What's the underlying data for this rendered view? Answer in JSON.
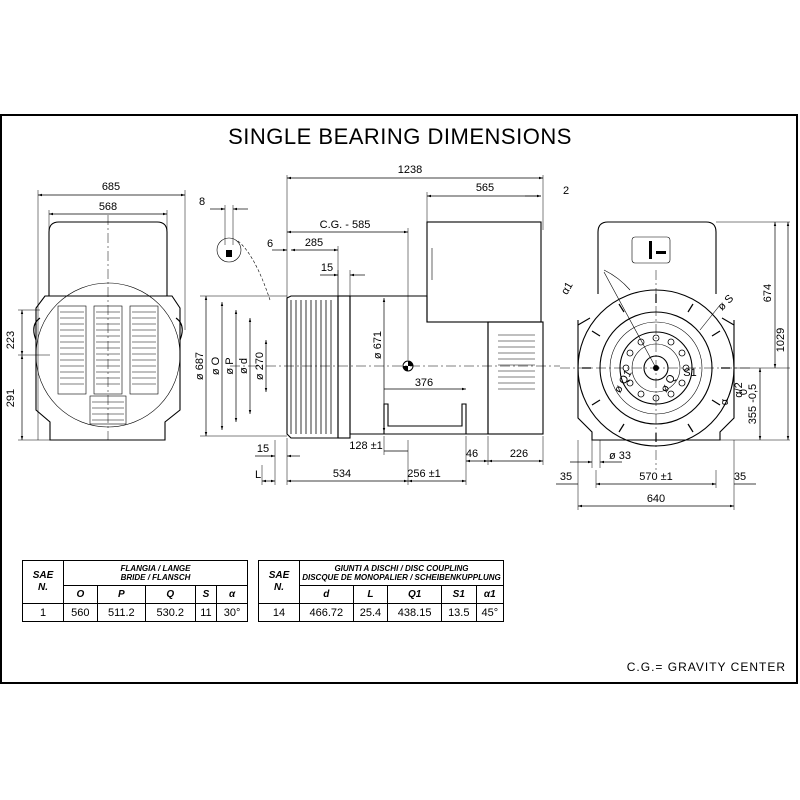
{
  "title": "SINGLE BEARING DIMENSIONS",
  "front_view": {
    "dims": {
      "overall_width": "685",
      "top_width": "568",
      "upper_height": "223",
      "lower_height": "291"
    }
  },
  "side_view": {
    "dims": {
      "overall_length": "1238",
      "terminal_box": "565",
      "offset_2": "2",
      "offset_8": "8",
      "cg": "C.G. - 585",
      "offset_6": "6",
      "length_285": "285",
      "length_15_top": "15",
      "dia_687": "ø 687",
      "dia_O": "ø O",
      "dia_P": "ø P",
      "dia_d": "ø d",
      "dia_270": "ø 270",
      "dia_671": "ø 671",
      "foot_376": "376",
      "slot_128": "128 ±1",
      "length_15_bottom": "15",
      "label_L": "L",
      "length_534": "534",
      "slot_256": "256 ±1",
      "length_46": "46",
      "length_226": "226"
    }
  },
  "end_view": {
    "dims": {
      "height_674": "674",
      "height_1029": "1029",
      "shaft_height": "355 -0,5",
      "zero": "0",
      "angle_a1": "α1",
      "angle_a": "α",
      "angle_a2": "α/2",
      "dia_S": "ø S",
      "dia_S1": "S1",
      "dia_Q": "ø Q",
      "dia_Q1": "ø Q1",
      "hole_33": "ø 33",
      "foot_35_left": "35",
      "foot_570": "570 ±1",
      "foot_35_right": "35",
      "overall_640": "640"
    }
  },
  "flange_table": {
    "sae_header": [
      "SAE",
      "N."
    ],
    "group_header": [
      "FLANGIA / LANGE",
      "BRIDE / FLANSCH"
    ],
    "columns": [
      "O",
      "P",
      "Q",
      "S",
      "α"
    ],
    "rows": [
      {
        "sae": "1",
        "values": [
          "560",
          "511.2",
          "530.2",
          "11",
          "30°"
        ]
      }
    ]
  },
  "coupling_table": {
    "sae_header": [
      "SAE",
      "N."
    ],
    "group_header": [
      "GIUNTI A DISCHI / DISC COUPLING",
      "DISCQUE DE MONOPALIER / SCHEIBENKUPPLUNG"
    ],
    "columns": [
      "d",
      "L",
      "Q1",
      "S1",
      "α1"
    ],
    "rows": [
      {
        "sae": "14",
        "values": [
          "466.72",
          "25.4",
          "438.15",
          "13.5",
          "45°"
        ]
      }
    ]
  },
  "note": "C.G.= GRAVITY CENTER"
}
